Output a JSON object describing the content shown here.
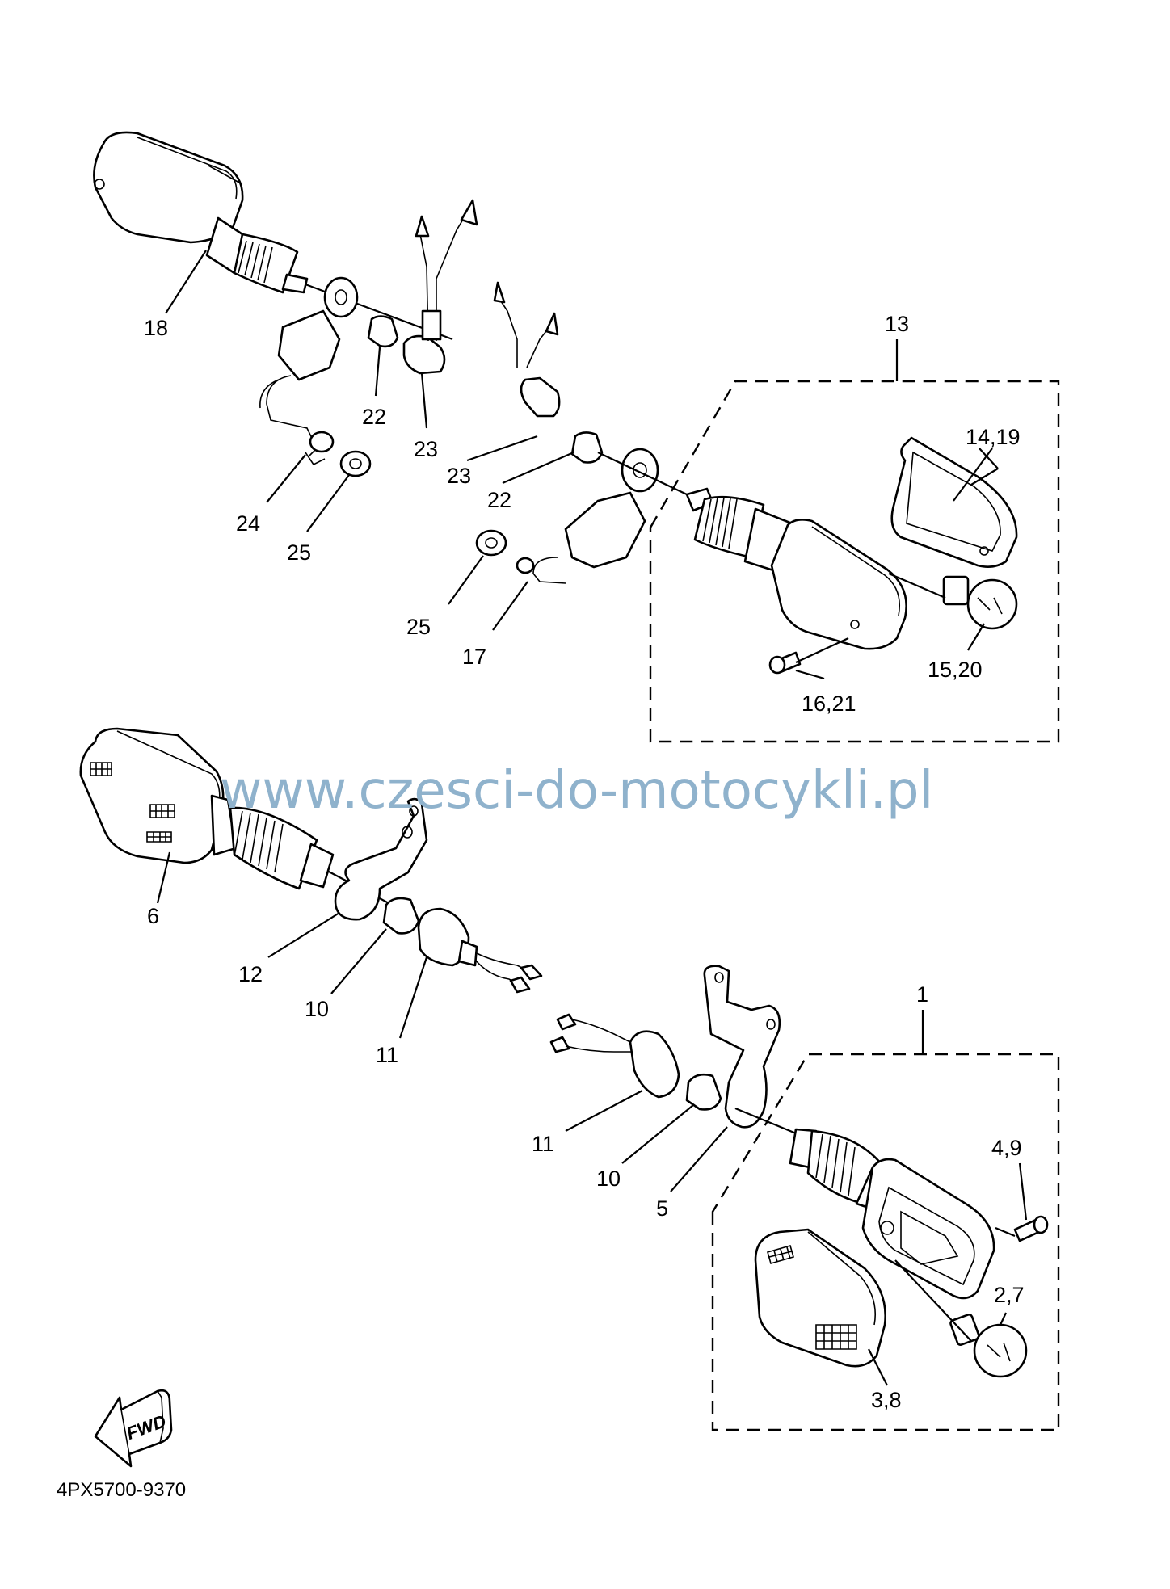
{
  "labels": {
    "l18": "18",
    "l22a": "22",
    "l23a": "23",
    "l24": "24",
    "l25a": "25",
    "l13": "13",
    "l14_19": "14,19",
    "l23b": "23",
    "l22b": "22",
    "l25b": "25",
    "l17": "17",
    "l15_20": "15,20",
    "l16_21": "16,21",
    "l6": "6",
    "l12": "12",
    "l10a": "10",
    "l11a": "11",
    "l1": "1",
    "l4_9": "4,9",
    "l11b": "11",
    "l10b": "10",
    "l5": "5",
    "l2_7": "2,7",
    "l3_8": "3,8"
  },
  "watermark": "www.czesci-do-motocykli.pl",
  "fwd_badge": "FWD",
  "diagram_code": "4PX5700-9370",
  "icons": {
    "forward": "fwd-arrow-icon"
  }
}
